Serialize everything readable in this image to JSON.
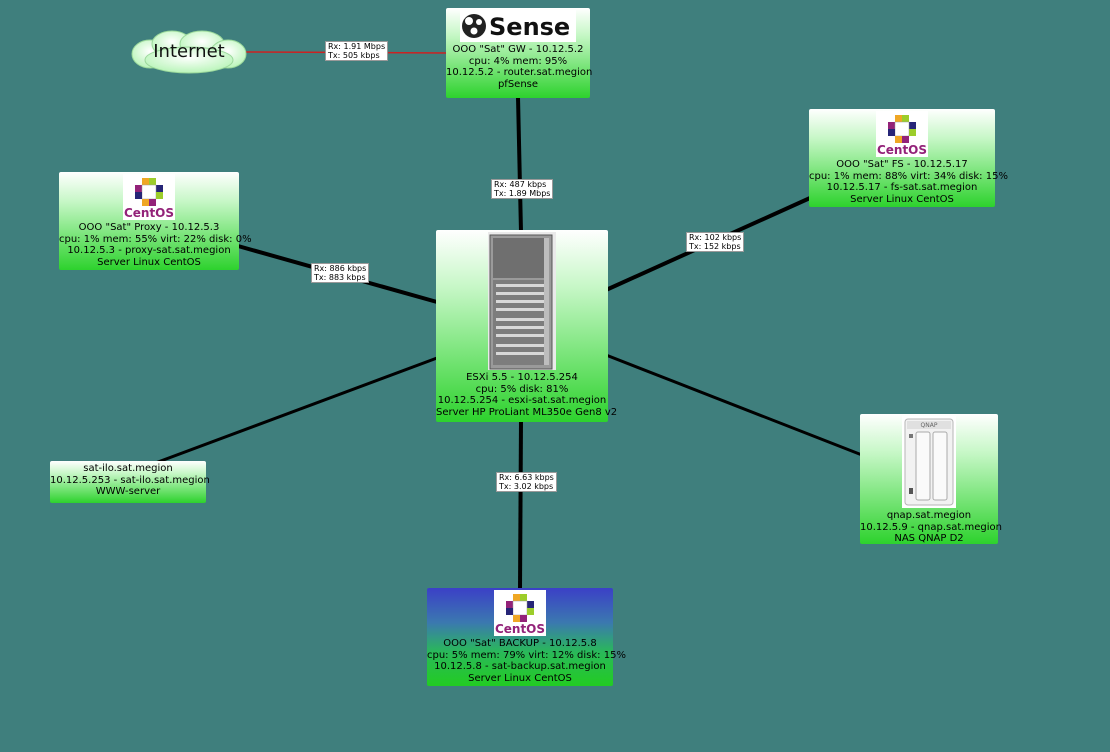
{
  "colors": {
    "background": "#3f7f7d",
    "node_green": "#2dd22d",
    "node_blue": "#3b40c7",
    "link_internet": "#cc2222",
    "link": "#000000"
  },
  "internet": {
    "label": "Internet"
  },
  "nodes": {
    "pfsense": {
      "logo": "Sense",
      "lines": [
        "OOO \"Sat\" GW - 10.12.5.2",
        "cpu: 4% mem: 95%",
        "10.12.5.2 - router.sat.megion",
        "pfSense"
      ]
    },
    "fs": {
      "logo": "CentOS",
      "lines": [
        "OOO \"Sat\" FS - 10.12.5.17",
        "cpu: 1% mem: 88% virt: 34% disk: 15%",
        "10.12.5.17 - fs-sat.sat.megion",
        "Server Linux CentOS"
      ]
    },
    "proxy": {
      "logo": "CentOS",
      "lines": [
        "OOO \"Sat\" Proxy - 10.12.5.3",
        "cpu: 1% mem: 55% virt: 22% disk: 0%",
        "10.12.5.3 - proxy-sat.sat.megion",
        "Server Linux CentOS"
      ]
    },
    "esxi": {
      "lines": [
        "ESXi 5.5 - 10.12.5.254",
        "cpu: 5% disk: 81%",
        "10.12.5.254 - esxi-sat.sat.megion",
        "Server HP ProLiant ML350e Gen8 v2"
      ]
    },
    "ilo": {
      "lines": [
        "sat-ilo.sat.megion",
        "10.12.5.253 - sat-ilo.sat.megion",
        "WWW-server"
      ]
    },
    "qnap": {
      "logo": "QNAP",
      "lines": [
        "qnap.sat.megion",
        "10.12.5.9 - qnap.sat.megion",
        "NAS QNAP D2"
      ]
    },
    "backup": {
      "logo": "CentOS",
      "lines": [
        "OOO \"Sat\" BACKUP - 10.12.5.8",
        "cpu: 5% mem: 79% virt: 12% disk: 15%",
        "10.12.5.8 - sat-backup.sat.megion",
        "Server Linux CentOS"
      ]
    }
  },
  "links": {
    "internet_gw": {
      "rx": "Rx: 1.91 Mbps",
      "tx": "Tx: 505 kbps"
    },
    "gw_esxi": {
      "rx": "Rx: 487 kbps",
      "tx": "Tx: 1.89 Mbps"
    },
    "fs_esxi": {
      "rx": "Rx: 102 kbps",
      "tx": "Tx: 152 kbps"
    },
    "proxy_esxi": {
      "rx": "Rx: 886 kbps",
      "tx": "Tx: 883 kbps"
    },
    "backup_esxi": {
      "rx": "Rx: 6.63 kbps",
      "tx": "Tx: 3.02 kbps"
    }
  }
}
